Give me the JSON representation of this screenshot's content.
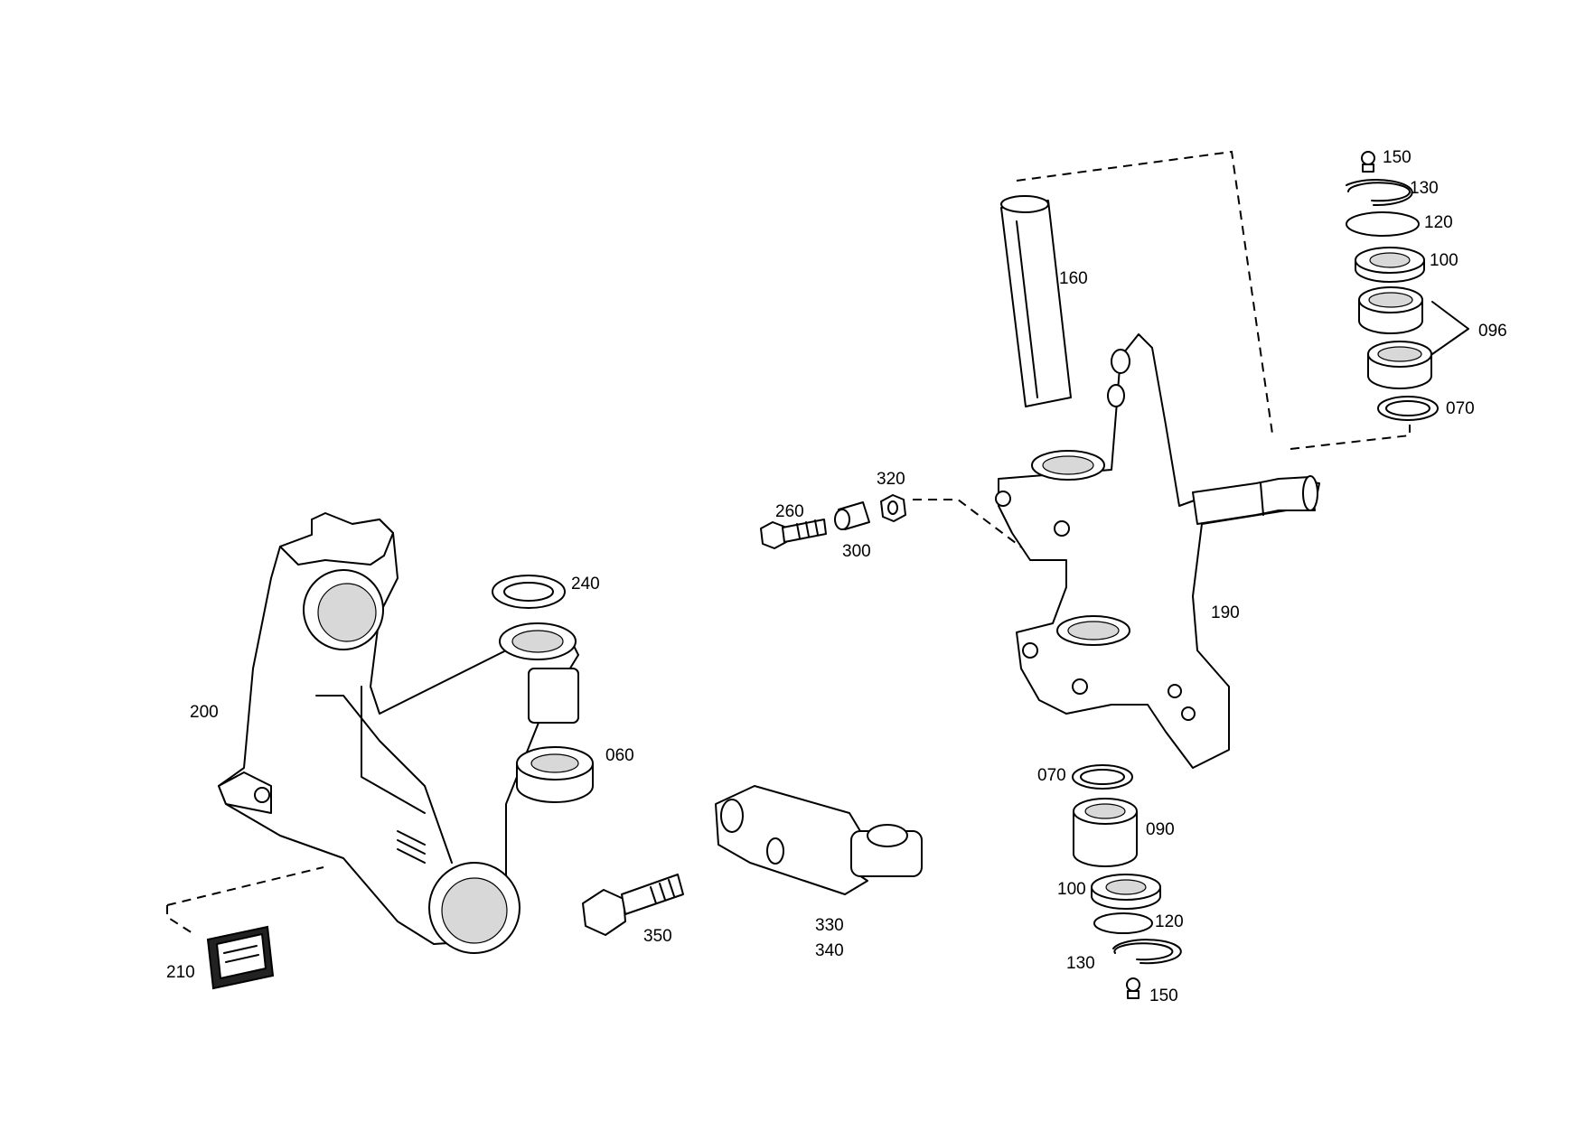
{
  "labels": {
    "p150a": "150",
    "p130a": "130",
    "p120a": "120",
    "p100a": "100",
    "p096": "096",
    "p070a": "070",
    "p160": "160",
    "p320": "320",
    "p260": "260",
    "p300": "300",
    "p190": "190",
    "p240": "240",
    "p200": "200",
    "p060": "060",
    "p070b": "070",
    "p090": "090",
    "p100b": "100",
    "p120b": "120",
    "p130b": "130",
    "p150b": "150",
    "p350": "350",
    "p330": "330",
    "p340": "340",
    "p210": "210"
  }
}
